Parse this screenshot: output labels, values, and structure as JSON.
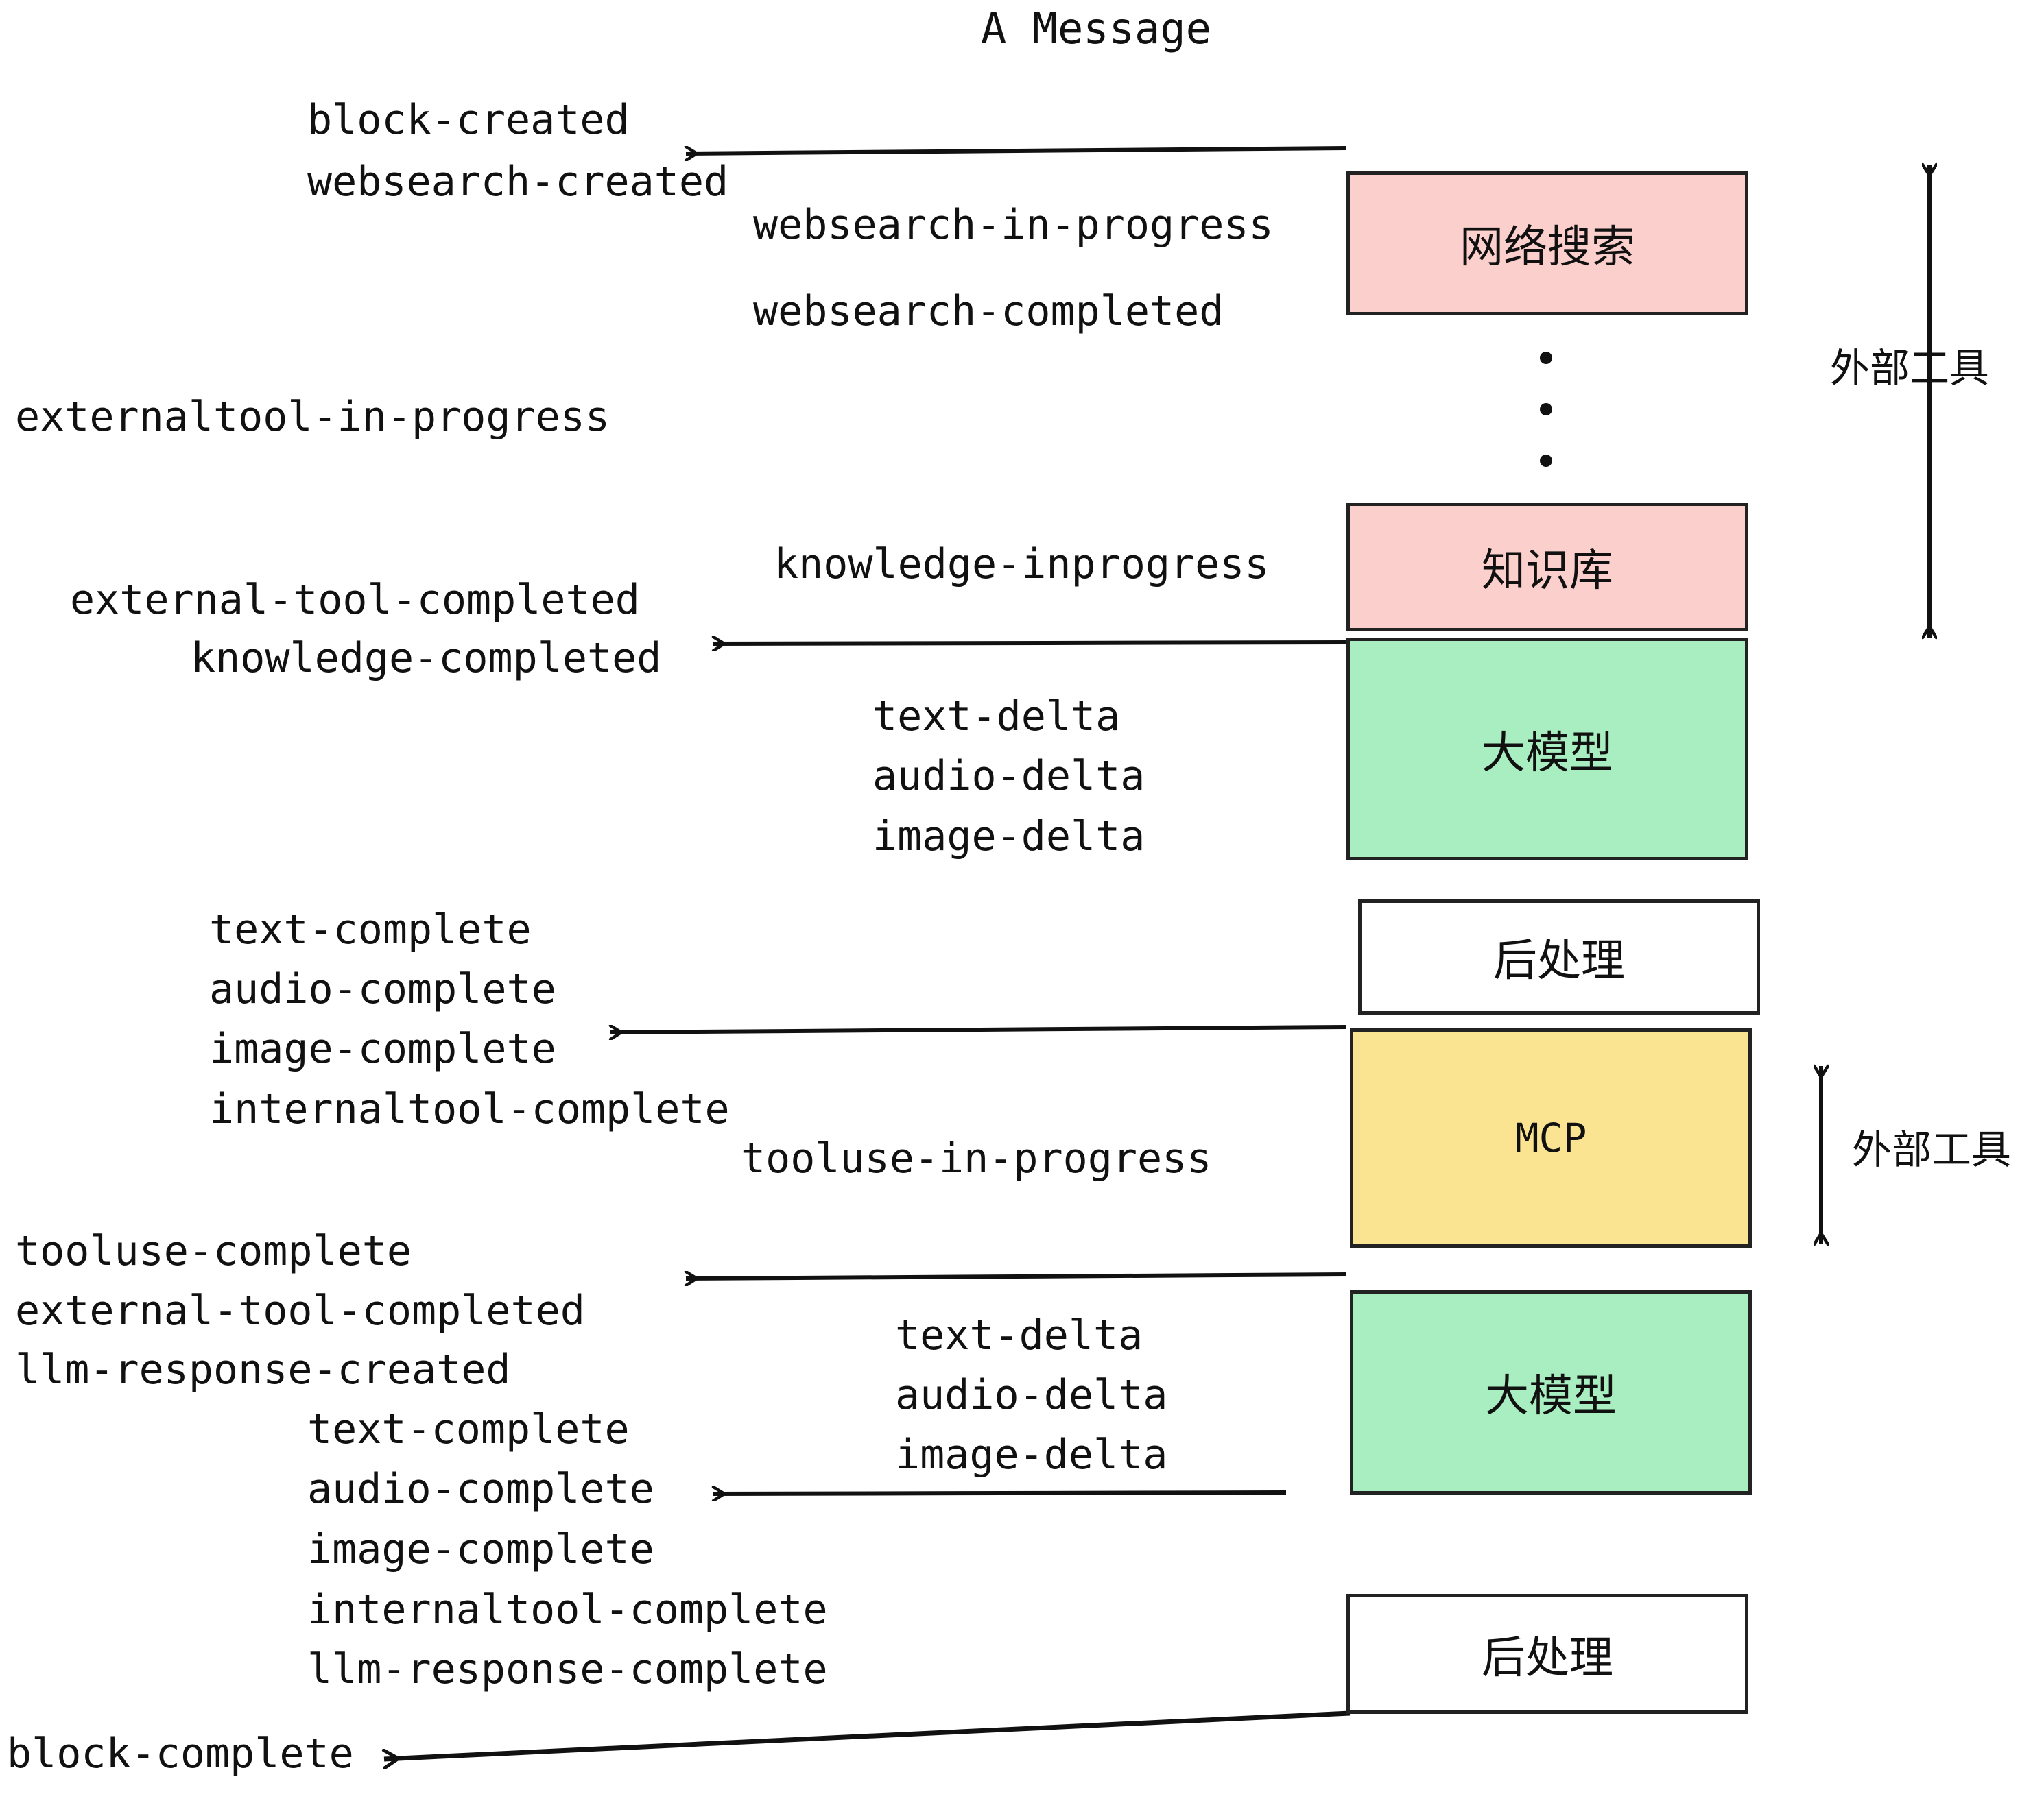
{
  "title": "A Message",
  "colors": {
    "tool_pink": "#fbcfcc",
    "llm_green": "#a9eec0",
    "mcp_yellow": "#fbe491",
    "post_white": "#ffffff",
    "stroke": "#222222"
  },
  "nodes": [
    {
      "id": "websearch",
      "label": "网络搜索",
      "fill": "#fbcfcc"
    },
    {
      "id": "knowledge",
      "label": "知识库",
      "fill": "#fbcfcc"
    },
    {
      "id": "llm-1",
      "label": "大模型",
      "fill": "#a9eec0"
    },
    {
      "id": "postprocess-1",
      "label": "后处理",
      "fill": "#ffffff"
    },
    {
      "id": "mcp",
      "label": "MCP",
      "fill": "#fbe491"
    },
    {
      "id": "llm-2",
      "label": "大模型",
      "fill": "#a9eec0"
    },
    {
      "id": "postprocess-2",
      "label": "后处理",
      "fill": "#ffffff"
    }
  ],
  "group_labels": [
    {
      "id": "external-tools-top",
      "label": "外部工具"
    },
    {
      "id": "external-tools-bottom",
      "label": "外部工具"
    }
  ],
  "events": {
    "block_created": "block-created",
    "websearch_created": "websearch-created",
    "websearch_in_progress": "websearch-in-progress",
    "websearch_completed": "websearch-completed",
    "externaltool_in_progress": "externaltool-in-progress",
    "knowledge_inprogress": "knowledge-inprogress",
    "external_tool_completed_1": "external-tool-completed",
    "knowledge_completed": "knowledge-completed",
    "text_delta_1": "text-delta",
    "audio_delta_1": "audio-delta",
    "image_delta_1": "image-delta",
    "text_complete_1": "text-complete",
    "audio_complete_1": "audio-complete",
    "image_complete_1": "image-complete",
    "internaltool_complete_1": "internaltool-complete",
    "tooluse_in_progress": "tooluse-in-progress",
    "tooluse_complete": "tooluse-complete",
    "external_tool_completed_2": "external-tool-completed",
    "llm_response_created": "llm-response-created",
    "text_delta_2": "text-delta",
    "audio_delta_2": "audio-delta",
    "image_delta_2": "image-delta",
    "text_complete_2": "text-complete",
    "audio_complete_2": "audio-complete",
    "image_complete_2": "image-complete",
    "internaltool_complete_2": "internaltool-complete",
    "llm_response_complete": "llm-response-complete",
    "block_complete": "block-complete"
  },
  "ellipsis_dots": 3
}
